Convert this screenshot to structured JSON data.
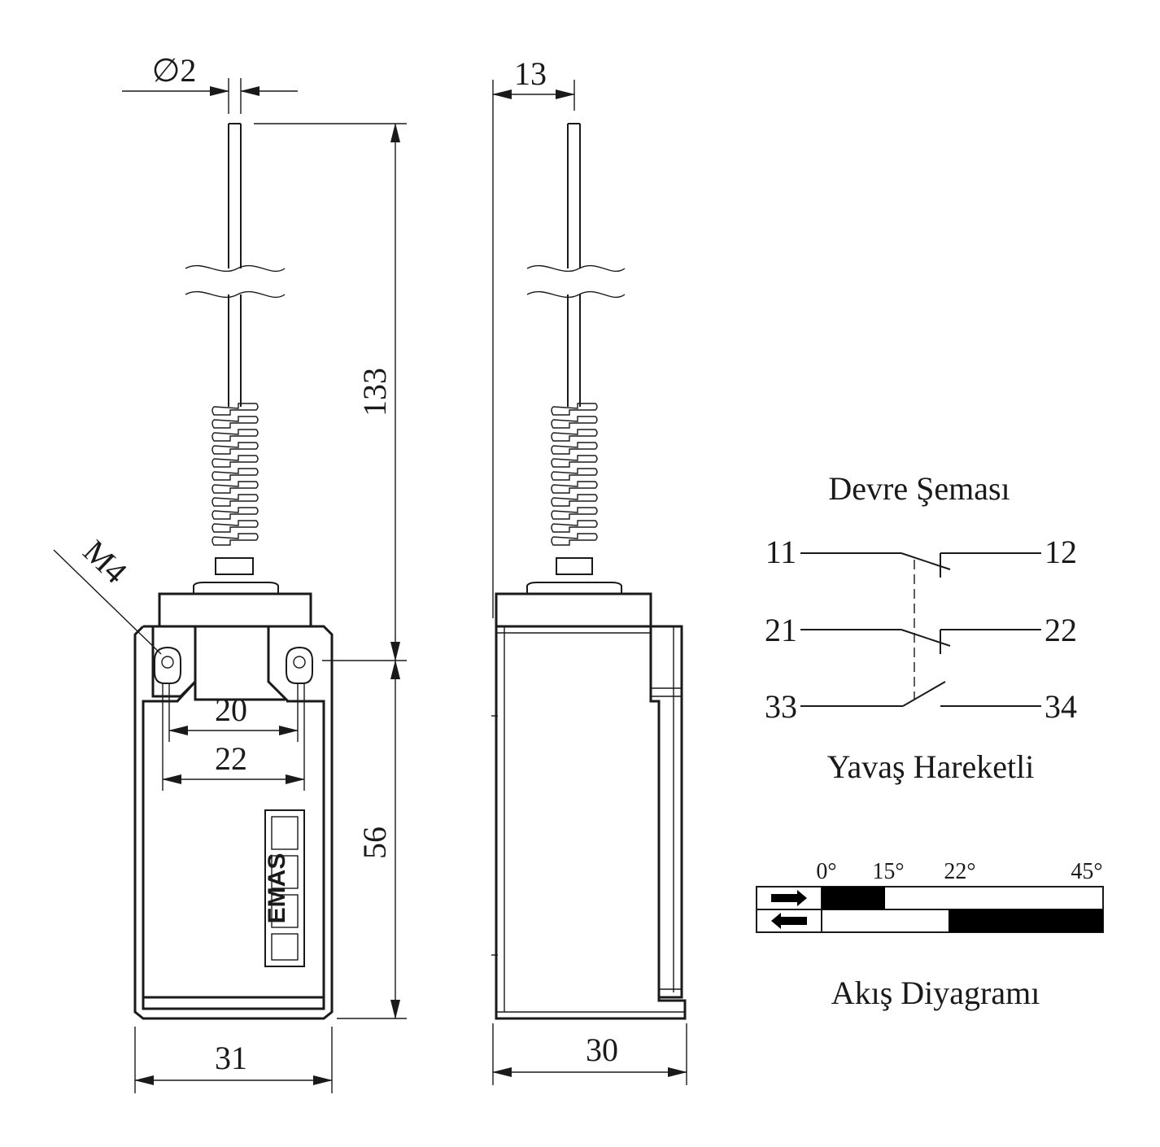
{
  "dimensions": {
    "rod_diameter": "∅2",
    "rod_offset": "13",
    "total_height": "133",
    "body_height": "56",
    "mount_inner": "20",
    "mount_outer": "22",
    "screw": "M4",
    "front_width": "31",
    "side_width": "30"
  },
  "logo": {
    "text": "EMAS"
  },
  "circuit": {
    "title": "Devre Şeması",
    "terminals": [
      "11",
      "12",
      "21",
      "22",
      "33",
      "34"
    ],
    "caption": "Yavaş Hareketli"
  },
  "flow": {
    "angles": [
      "0°",
      "15°",
      "22°",
      "45°"
    ],
    "title": "Akış Diyagramı",
    "color_on": "#000000"
  }
}
